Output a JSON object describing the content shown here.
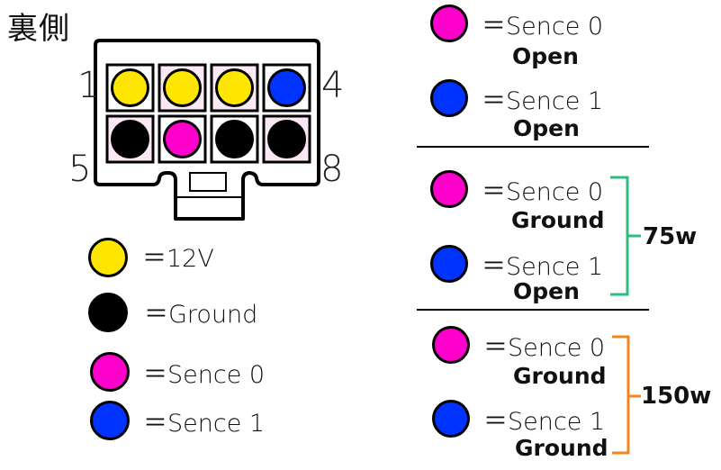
{
  "title": "裏側",
  "colors": {
    "yellow": "#FFE600",
    "black": "#000000",
    "magenta": "#FF00CC",
    "blue": "#0033FF",
    "cell_pink": "#FCE8F4",
    "cell_white": "#FFFFFF",
    "bracket_75w": "#2DBE7E",
    "bracket_150w": "#F0861E"
  },
  "connector": {
    "pin_labels": {
      "top_left": "1",
      "top_right": "4",
      "bottom_left": "5",
      "bottom_right": "8"
    },
    "pins": [
      {
        "pin": 1,
        "color": "yellow",
        "cell": "white"
      },
      {
        "pin": 2,
        "color": "yellow",
        "cell": "pink"
      },
      {
        "pin": 3,
        "color": "yellow",
        "cell": "pink"
      },
      {
        "pin": 4,
        "color": "blue",
        "cell": "white"
      },
      {
        "pin": 5,
        "color": "black",
        "cell": "pink"
      },
      {
        "pin": 6,
        "color": "magenta",
        "cell": "white"
      },
      {
        "pin": 7,
        "color": "black",
        "cell": "white"
      },
      {
        "pin": 8,
        "color": "black",
        "cell": "pink"
      }
    ]
  },
  "legend": [
    {
      "color": "yellow",
      "label": "＝12V"
    },
    {
      "color": "black",
      "label": "＝Ground"
    },
    {
      "color": "magenta",
      "label": "＝Sence 0"
    },
    {
      "color": "blue",
      "label": "＝Sence 1"
    }
  ],
  "modes": [
    {
      "sense0": {
        "label": "＝Sence 0",
        "state": "Open"
      },
      "sense1": {
        "label": "＝Sence 1",
        "state": "Open"
      },
      "watt": ""
    },
    {
      "sense0": {
        "label": "＝Sence 0",
        "state": "Ground"
      },
      "sense1": {
        "label": "＝Sence 1",
        "state": "Open"
      },
      "watt": "75w"
    },
    {
      "sense0": {
        "label": "＝Sence 0",
        "state": "Ground"
      },
      "sense1": {
        "label": "＝Sence 1",
        "state": "Ground"
      },
      "watt": "150w"
    }
  ]
}
